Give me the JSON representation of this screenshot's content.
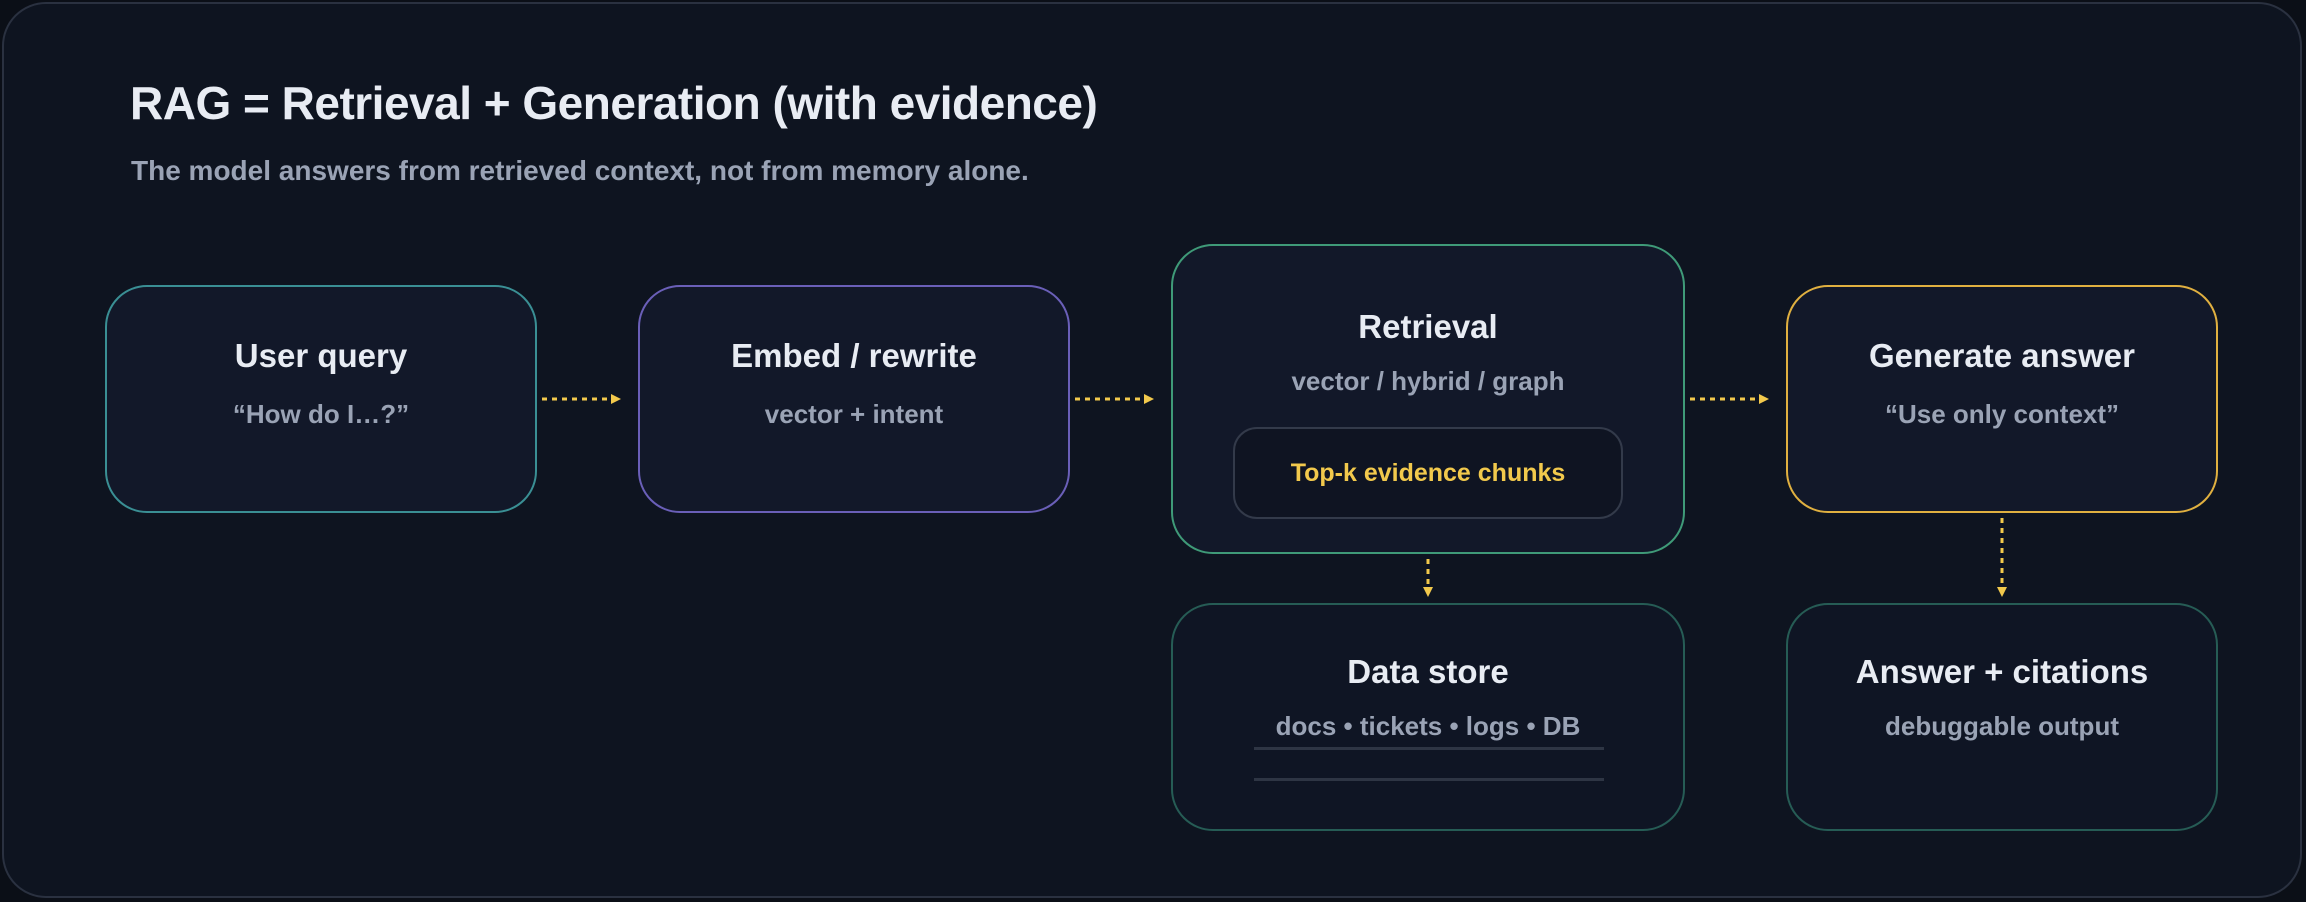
{
  "header": {
    "title": "RAG = Retrieval + Generation (with evidence)",
    "subtitle": "The model answers from retrieved context, not from memory alone."
  },
  "nodes": {
    "query": {
      "title": "User query",
      "sub": "“How do I…?”"
    },
    "embed": {
      "title": "Embed / rewrite",
      "sub": "vector + intent"
    },
    "retrieval": {
      "title": "Retrieval",
      "sub": "vector / hybrid / graph",
      "inner": "Top-k evidence chunks"
    },
    "generate": {
      "title": "Generate answer",
      "sub": "“Use only context”"
    },
    "store": {
      "title": "Data store",
      "sub": "docs • tickets • logs • DB"
    },
    "answer": {
      "title": "Answer + citations",
      "sub": "debuggable output"
    }
  },
  "colors": {
    "arrow": "#f2c94c",
    "query_border": "#3a8f94",
    "embed_border": "#6a5fb8",
    "retrieval_border": "#3f9a78",
    "generate_border": "#e0b040",
    "highlight_text": "#f2c94c"
  }
}
